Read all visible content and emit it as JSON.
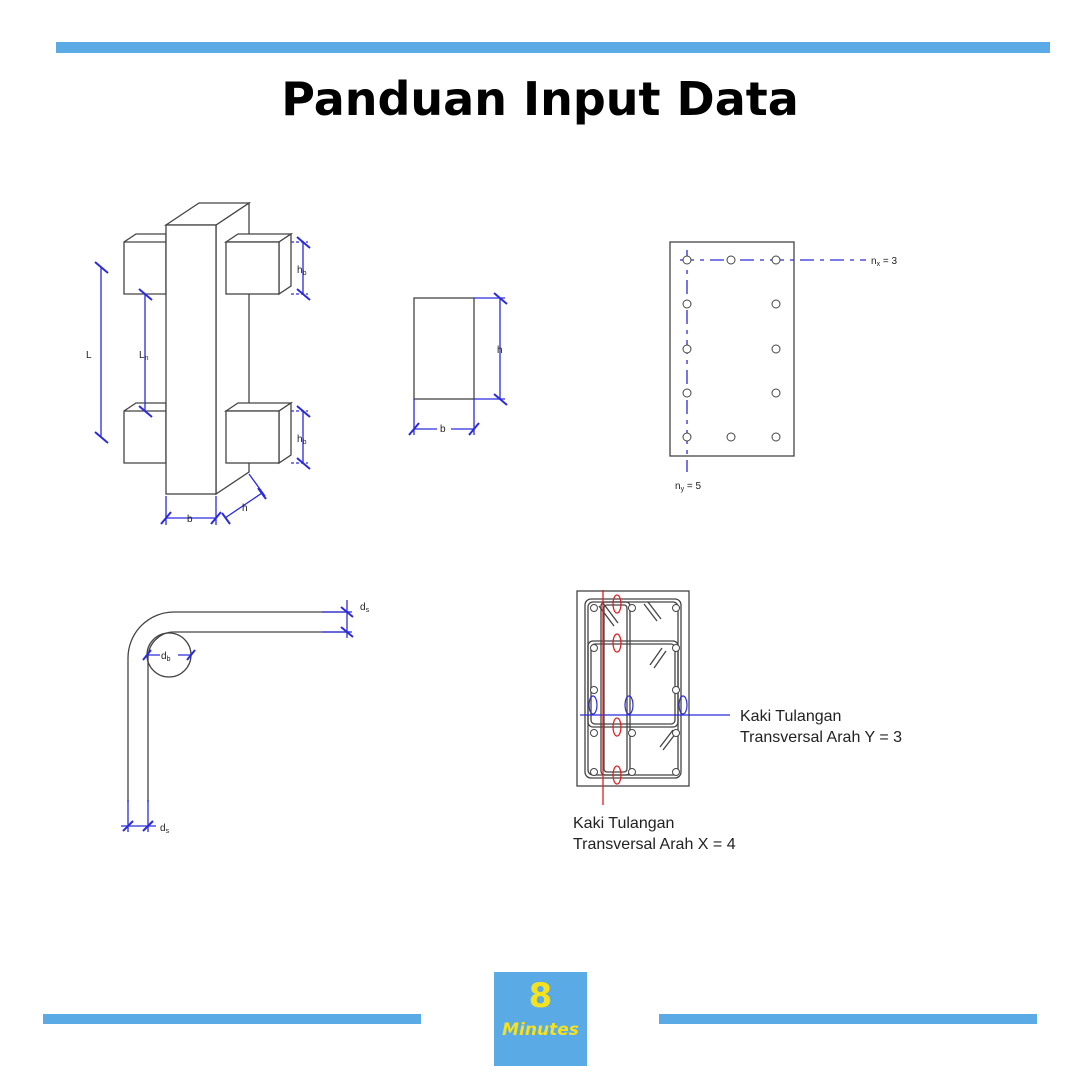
{
  "title": "Panduan Input Data",
  "colors": {
    "accent_bar": "#5aaae6",
    "dimension": "#2b2bd9",
    "stirrup_leg": "#e02020",
    "logo_text": "#f5e11e"
  },
  "figure1": {
    "L": "L",
    "Ln": "L",
    "Ln_sub": "n",
    "hb": "h",
    "hb_sub": "b",
    "b": "b",
    "h": "h"
  },
  "figure2": {
    "h": "h",
    "b": "b"
  },
  "figure3": {
    "nx": "n",
    "nx_sub": "x",
    "nx_val": " = 3",
    "ny": "n",
    "ny_sub": "y",
    "ny_val": " = 5"
  },
  "figure4": {
    "ds": "d",
    "ds_sub": "s",
    "db": "d",
    "db_sub": "b"
  },
  "figure5": {
    "y_line1": "Kaki Tulangan",
    "y_line2": "Transversal Arah Y = 3",
    "x_line1": "Kaki Tulangan",
    "x_line2": "Transversal Arah X = 4"
  },
  "logo": {
    "number": "8",
    "word": "Minutes"
  }
}
